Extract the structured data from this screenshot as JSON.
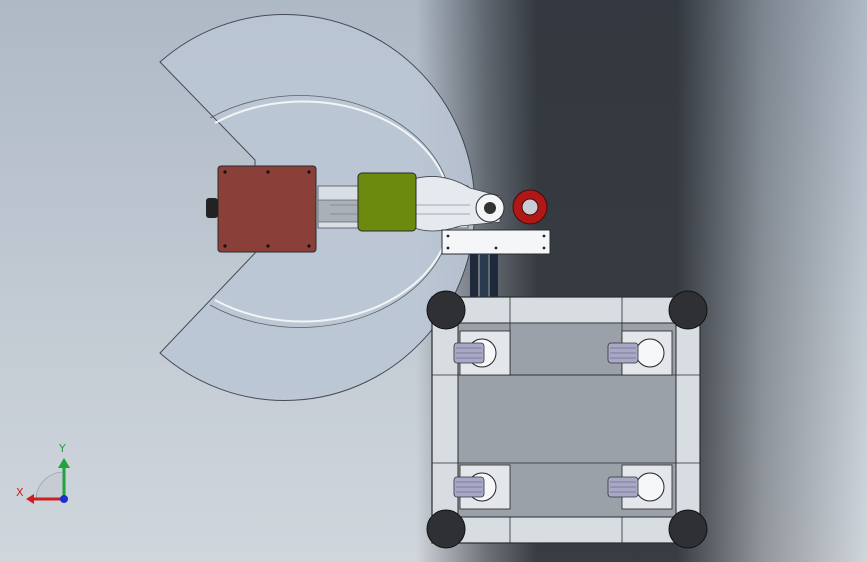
{
  "viewport": {
    "title": "",
    "background_accent": "#2a2f36"
  },
  "triad": {
    "x_label": "X",
    "y_label": "Y",
    "x_color": "#cc1f1f",
    "y_color": "#1fa33a",
    "z_color": "#1f2fcc"
  },
  "model": {
    "swing_disk_color": "#bcc7d6",
    "motor_box_color": "#8a3f38",
    "gear_box_color": "#6b8a0e",
    "red_ring_color": "#b01818",
    "cart_frame_color": "#d8dde2",
    "cart_panel_color": "#9aa1a8"
  },
  "caster_count": 4,
  "wheel_count": 4
}
